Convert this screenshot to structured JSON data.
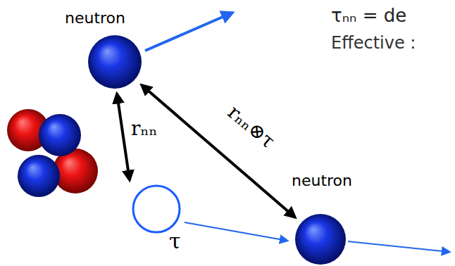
{
  "diagram": {
    "nodes": [
      {
        "text": [
          "neutron"
        ]
      },
      {
        "text": [
          "neutron"
        ]
      }
    ],
    "edges": [
      {
        "from": 0,
        "to": 1,
        "arrow": "both",
        "label": "rₙₙ⊗τ"
      }
    ],
    "labels": [
      "τₙₙ = de",
      "Effective :",
      "rₙₙ",
      "τ"
    ]
  }
}
